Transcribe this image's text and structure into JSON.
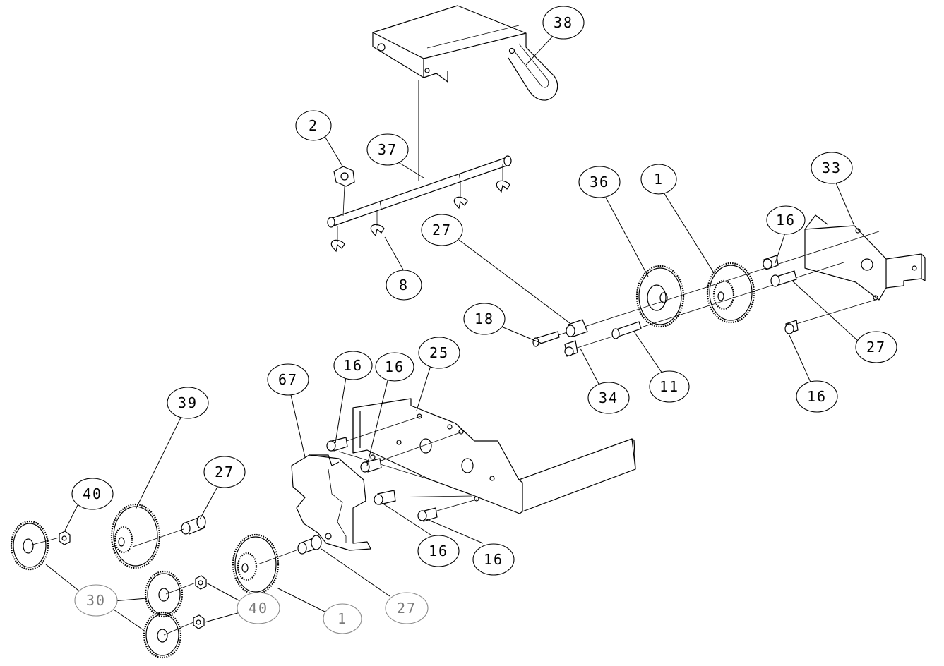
{
  "colors": {
    "line": "#000000",
    "background": "#ffffff",
    "muted_label": "#7a7a7a"
  },
  "callouts": [
    {
      "id": "c38",
      "text": "38"
    },
    {
      "id": "c2",
      "text": "2"
    },
    {
      "id": "c37",
      "text": "37"
    },
    {
      "id": "c8",
      "text": "8"
    },
    {
      "id": "c36",
      "text": "36"
    },
    {
      "id": "c1a",
      "text": "1"
    },
    {
      "id": "c33",
      "text": "33"
    },
    {
      "id": "c27a",
      "text": "27"
    },
    {
      "id": "c16a",
      "text": "16"
    },
    {
      "id": "c18",
      "text": "18"
    },
    {
      "id": "c27b",
      "text": "27"
    },
    {
      "id": "c34",
      "text": "34"
    },
    {
      "id": "c11",
      "text": "11"
    },
    {
      "id": "c16b",
      "text": "16"
    },
    {
      "id": "c67",
      "text": "67"
    },
    {
      "id": "c16c",
      "text": "16"
    },
    {
      "id": "c16d",
      "text": "16"
    },
    {
      "id": "c25",
      "text": "25"
    },
    {
      "id": "c39",
      "text": "39"
    },
    {
      "id": "c27c",
      "text": "27"
    },
    {
      "id": "c40a",
      "text": "40"
    },
    {
      "id": "c16e",
      "text": "16"
    },
    {
      "id": "c16f",
      "text": "16"
    },
    {
      "id": "c30",
      "text": "30"
    },
    {
      "id": "c40b",
      "text": "40"
    },
    {
      "id": "c1b",
      "text": "1"
    },
    {
      "id": "c27d",
      "text": "27"
    }
  ]
}
